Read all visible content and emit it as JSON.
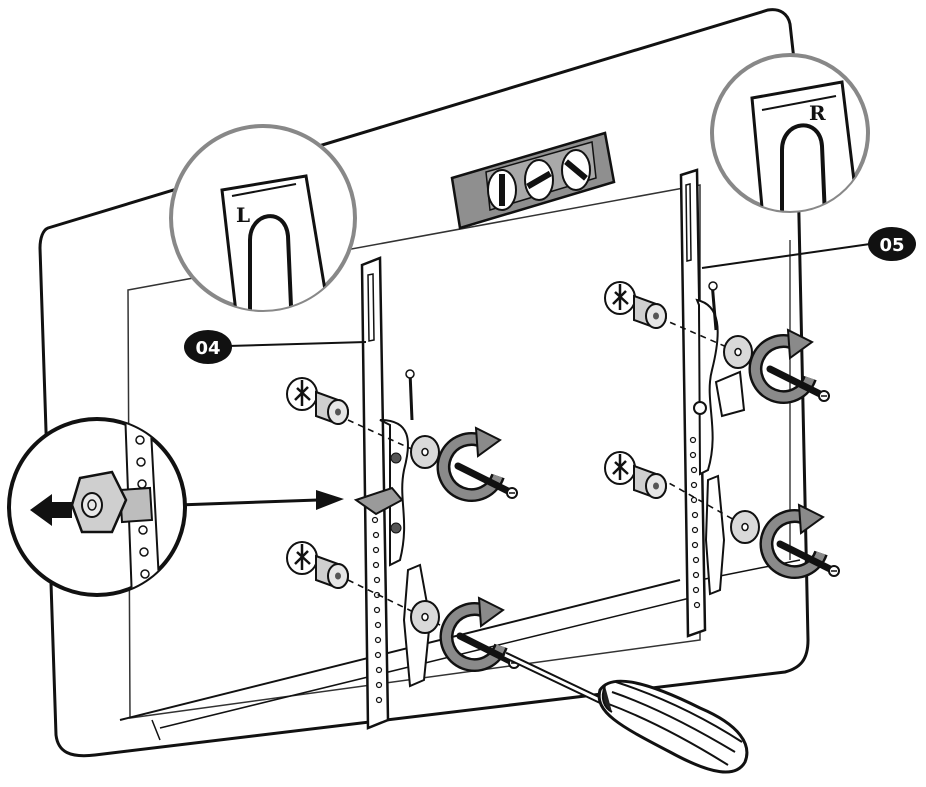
{
  "callouts": {
    "left_bracket": "04",
    "right_bracket": "05"
  },
  "zoom_details": {
    "left_lens_letter": "L",
    "right_lens_letter": "R"
  },
  "colors": {
    "line": "#111111",
    "arrow_fill": "#888888",
    "level_fill": "#8f8f8f",
    "callout_fill": "#111111",
    "callout_text": "#ffffff"
  },
  "icons": {
    "rotate_arrow": "clockwise-arrow-icon",
    "pull_arrow": "left-arrow-icon"
  }
}
